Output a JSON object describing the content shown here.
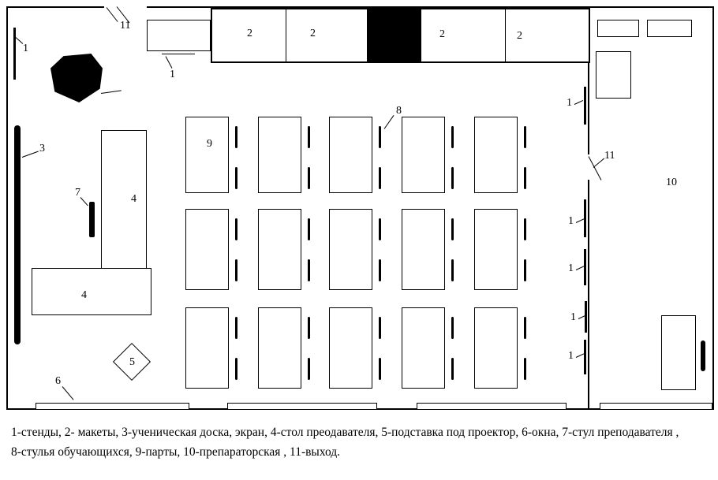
{
  "labels": {
    "stands": "1",
    "models": "2",
    "board": "3",
    "teacher_desk": "4",
    "projector_stand": "5",
    "windows": "6",
    "teacher_chair": "7",
    "student_chairs": "8",
    "desks": "9",
    "prep_room": "10",
    "exit": "11"
  },
  "legend": {
    "line1": "1-стенды, 2- макеты, 3-ученическая доска, экран, 4-стол преодавателя, 5-подставка под проектор, 6-окна, 7-стул преподавателя ,",
    "line2": "8-стулья обучающихся, 9-парты, 10-препараторская , 11-выход."
  }
}
